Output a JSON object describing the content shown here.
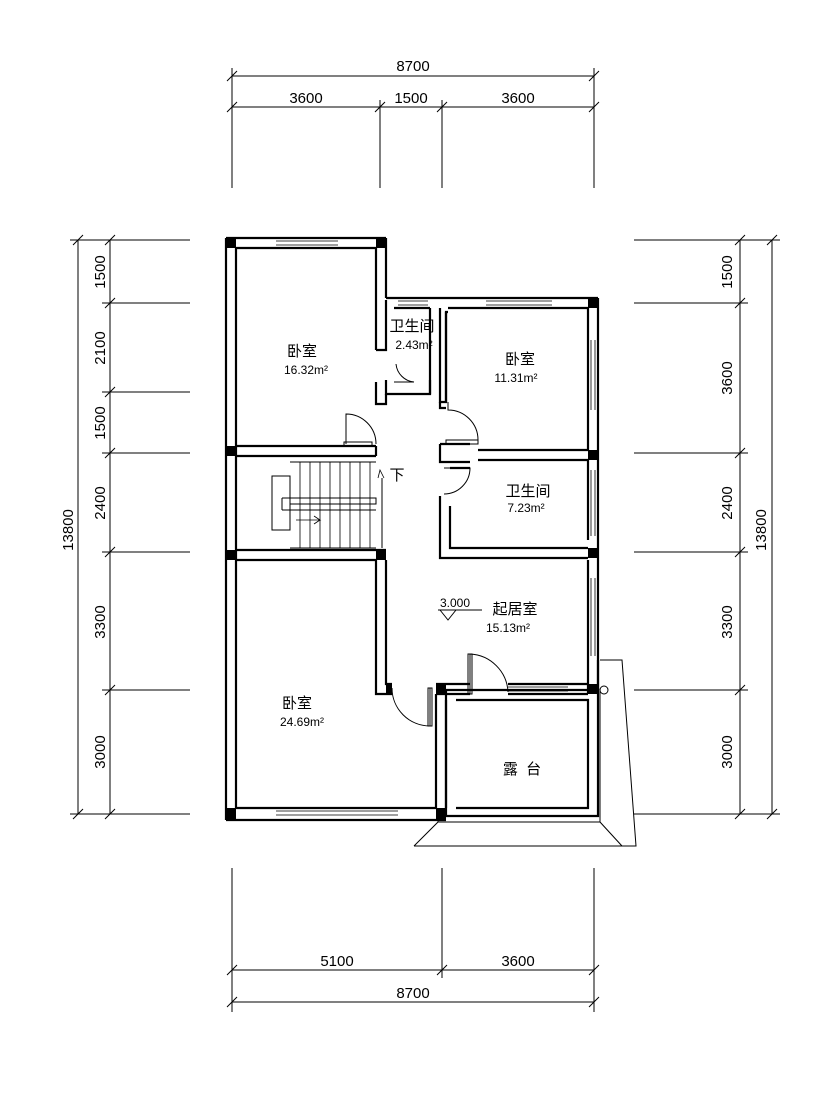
{
  "dimensions": {
    "top_total": "8700",
    "top_segments": [
      "3600",
      "1500",
      "3600"
    ],
    "bottom_segments": [
      "5100",
      "3600"
    ],
    "bottom_total": "8700",
    "left_total": "13800",
    "left_segments": [
      "1500",
      "2100",
      "1500",
      "2400",
      "3300",
      "3000"
    ],
    "right_total": "13800",
    "right_segments": [
      "1500",
      "3600",
      "2400",
      "3300",
      "3000"
    ]
  },
  "rooms": {
    "bedroom_nw": {
      "name": "卧室",
      "area": "16.32m²"
    },
    "bath_small": {
      "name": "卫生间",
      "area": "2.43m²"
    },
    "bedroom_ne": {
      "name": "卧室",
      "area": "11.31m²"
    },
    "bath_east": {
      "name": "卫生间",
      "area": "7.23m²"
    },
    "living": {
      "name": "起居室",
      "area": "15.13m²"
    },
    "bedroom_sw": {
      "name": "卧室",
      "area": "24.69m²"
    },
    "terrace": {
      "name": "露  台"
    }
  },
  "labels": {
    "stair_down": "下",
    "elevation": "3.000"
  }
}
